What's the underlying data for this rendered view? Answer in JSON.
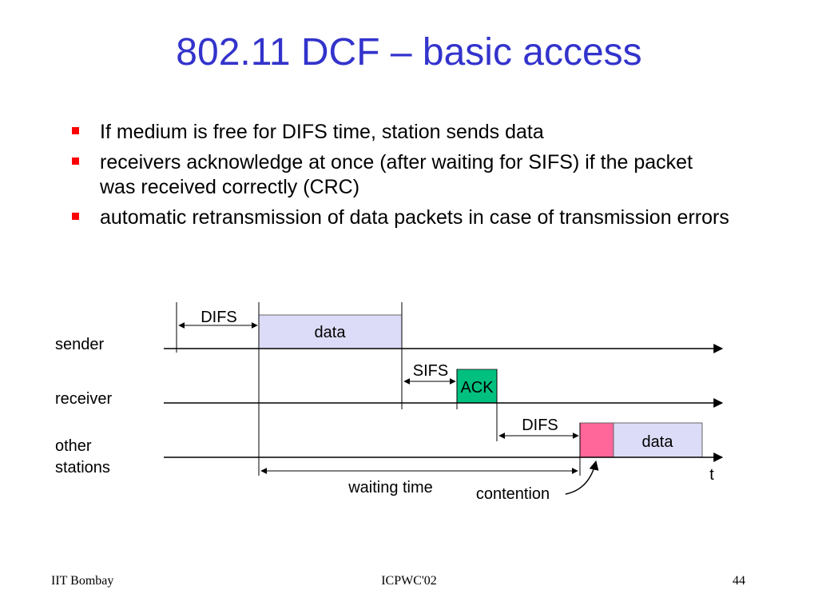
{
  "slide": {
    "title": "802.11 DCF – basic access",
    "bullets": [
      "If medium is free for DIFS time, station sends data",
      "receivers acknowledge at once (after waiting for SIFS) if the packet was received correctly (CRC)",
      "automatic retransmission of data packets in case of transmission errors"
    ]
  },
  "diagram": {
    "row_labels": {
      "sender": "sender",
      "receiver": "receiver",
      "other_line1": "other",
      "other_line2": "stations"
    },
    "labels": {
      "difs_sender": "DIFS",
      "data_sender": "data",
      "sifs": "SIFS",
      "ack": "ACK",
      "difs_other": "DIFS",
      "data_other": "data",
      "time_axis": "t",
      "waiting_time": "waiting time",
      "contention": "contention"
    },
    "colors": {
      "data_fill": "#dcdcf8",
      "ack_fill": "#00c080",
      "contention_fill": "#ff6699",
      "line": "#000000"
    }
  },
  "footer": {
    "left": "IIT Bombay",
    "center": "ICPWC'02",
    "right": "44"
  }
}
